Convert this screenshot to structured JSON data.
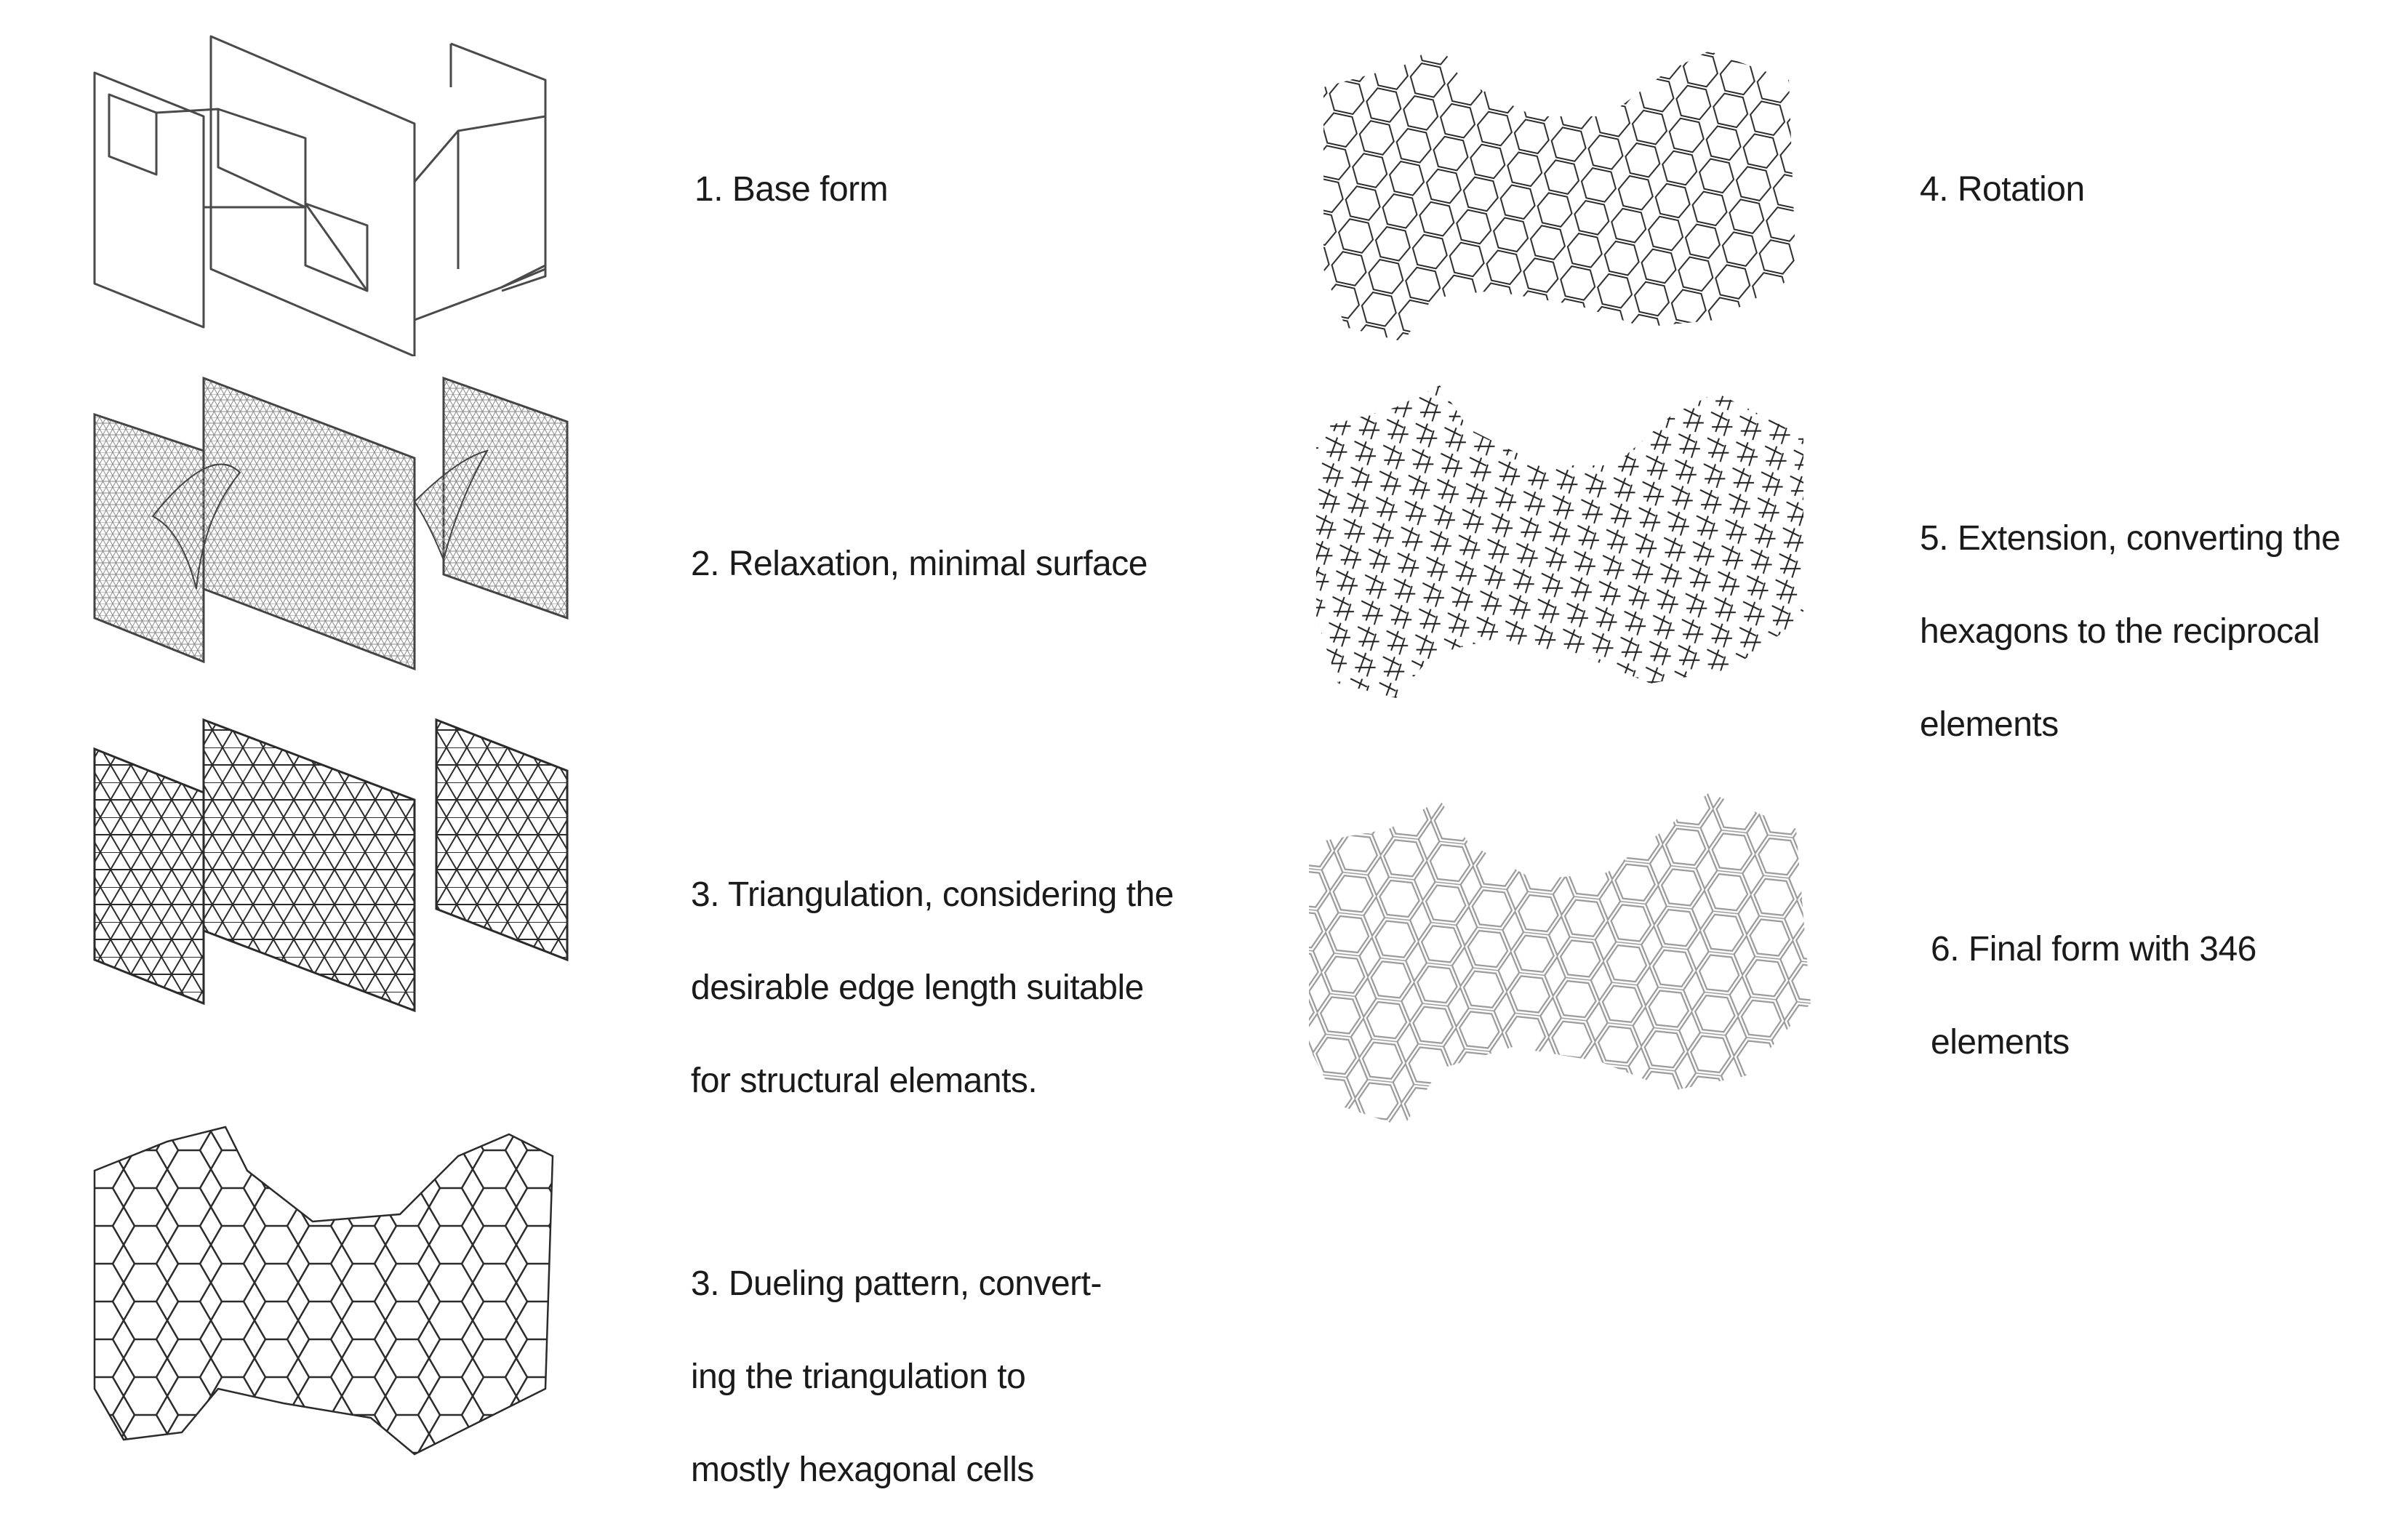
{
  "steps": [
    {
      "label_lines": [
        "1. Base form"
      ]
    },
    {
      "label_lines": [
        "2. Relaxation, minimal surface"
      ]
    },
    {
      "label_lines": [
        "3. Triangulation, considering the",
        "desirable edge length suitable",
        "for structural elemants."
      ]
    },
    {
      "label_lines": [
        "3. Dueling pattern, convert-",
        "ing the triangulation to",
        "mostly hexagonal cells"
      ]
    },
    {
      "label_lines": [
        "4. Rotation"
      ]
    },
    {
      "label_lines": [
        "5. Extension, converting the",
        "hexagons to the reciprocal",
        "elements"
      ]
    },
    {
      "label_lines": [
        "6. Final form with 346",
        "elements"
      ]
    }
  ],
  "colors": {
    "background": "#ffffff",
    "text": "#1a1a1a",
    "outline": "#4a4a4a",
    "fine_mesh": "#8a8a8a",
    "mesh": "#2b2b2b",
    "final_elements": "#9a9a9a"
  }
}
